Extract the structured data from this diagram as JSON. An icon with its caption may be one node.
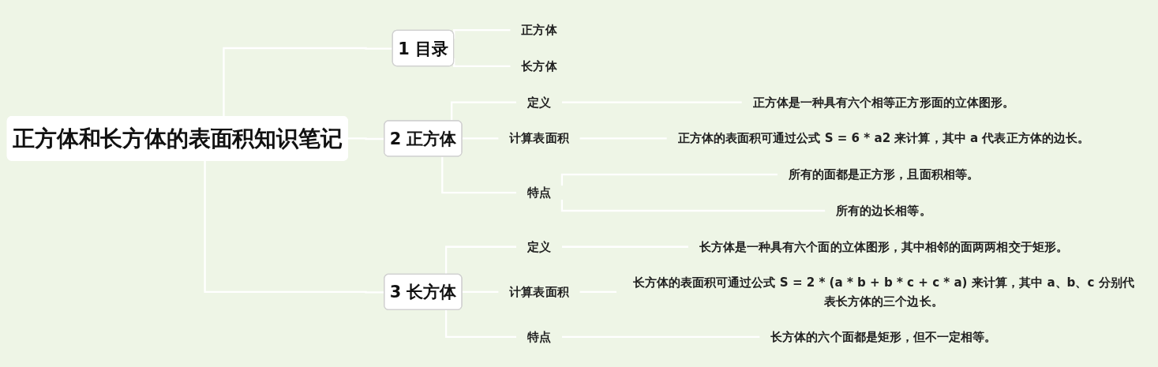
{
  "diagram": {
    "nodes": [
      {
        "text": [
          "正方体和长方体的表面积知识笔记"
        ]
      },
      {
        "text": [
          "1 目录"
        ]
      },
      {
        "text": [
          "正方体"
        ]
      },
      {
        "text": [
          "长方体"
        ]
      },
      {
        "text": [
          "2 正方体"
        ]
      },
      {
        "text": [
          "定义"
        ]
      },
      {
        "text": [
          "正方体是一种具有六个相等正方形面的立体图形。"
        ]
      },
      {
        "text": [
          "计算表面积"
        ]
      },
      {
        "text": [
          "正方体的表面积可通过公式 S = 6 * a2 来计算，其中 a 代表正方体的边长。"
        ]
      },
      {
        "text": [
          "特点"
        ]
      },
      {
        "text": [
          "所有的面都是正方形，且面积相等。"
        ]
      },
      {
        "text": [
          "所有的边长相等。"
        ]
      },
      {
        "text": [
          "3 长方体"
        ]
      },
      {
        "text": [
          "定义"
        ]
      },
      {
        "text": [
          "长方体是一种具有六个面的立体图形，其中相邻的面两两相交于矩形。"
        ]
      },
      {
        "text": [
          "计算表面积"
        ]
      },
      {
        "text": [
          "长方体的表面积可通过公式 S = 2 * (a * b + b * c + c * a) 来计算，其中 a、b、c 分别代表长方体的三个边长。"
        ]
      },
      {
        "text": [
          "特点"
        ]
      },
      {
        "text": [
          "长方体的六个面都是矩形，但不一定相等。"
        ]
      }
    ],
    "edges": [
      {
        "from": 0,
        "to": 1,
        "arrow": "none"
      },
      {
        "from": 1,
        "to": 2,
        "arrow": "none"
      },
      {
        "from": 1,
        "to": 3,
        "arrow": "none"
      },
      {
        "from": 0,
        "to": 4,
        "arrow": "none"
      },
      {
        "from": 4,
        "to": 5,
        "arrow": "none"
      },
      {
        "from": 5,
        "to": 6,
        "arrow": "none"
      },
      {
        "from": 4,
        "to": 7,
        "arrow": "none"
      },
      {
        "from": 7,
        "to": 8,
        "arrow": "none"
      },
      {
        "from": 4,
        "to": 9,
        "arrow": "none"
      },
      {
        "from": 9,
        "to": 10,
        "arrow": "none"
      },
      {
        "from": 9,
        "to": 11,
        "arrow": "none"
      },
      {
        "from": 0,
        "to": 12,
        "arrow": "none"
      },
      {
        "from": 12,
        "to": 13,
        "arrow": "none"
      },
      {
        "from": 13,
        "to": 14,
        "arrow": "none"
      },
      {
        "from": 12,
        "to": 15,
        "arrow": "none"
      },
      {
        "from": 15,
        "to": 16,
        "arrow": "none"
      },
      {
        "from": 12,
        "to": 17,
        "arrow": "none"
      },
      {
        "from": 17,
        "to": 18,
        "arrow": "none"
      }
    ]
  }
}
